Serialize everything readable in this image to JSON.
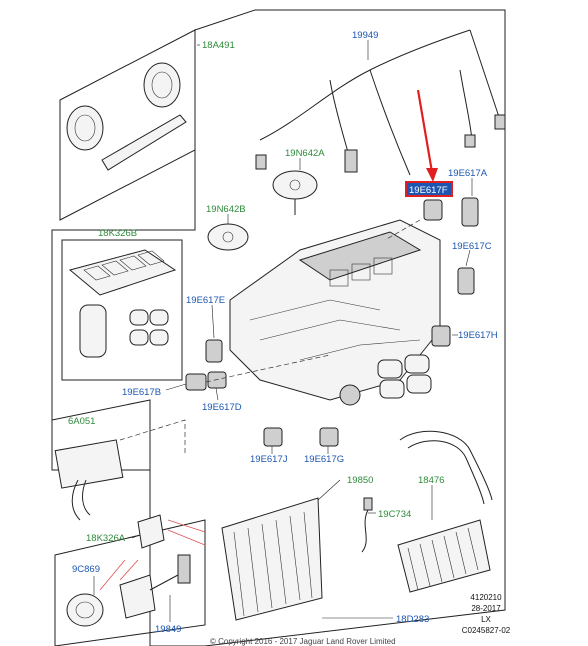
{
  "labels": {
    "p18A491": "18A491",
    "p19949": "19949",
    "p19N642A": "19N642A",
    "p19N642B": "19N642B",
    "p18K326B": "18K326B",
    "p19E617F": "19E617F",
    "p19E617A": "19E617A",
    "p19E617C": "19E617C",
    "p19E617E": "19E617E",
    "p19E617H": "19E617H",
    "p19E617B": "19E617B",
    "p19E617D": "19E617D",
    "p6A051": "6A051",
    "p19E617J": "19E617J",
    "p19E617G": "19E617G",
    "p19850": "19850",
    "p18476": "18476",
    "p18K326A": "18K326A",
    "p19C734": "19C734",
    "p9C869": "9C869",
    "p19849": "19849",
    "p18D283": "18D283"
  },
  "stamp": {
    "line1": "4120210",
    "line2": "28-2017",
    "line3": "LX",
    "line4": "C0245827-02"
  },
  "copyright": "© Copyright 2016 - 2017 Jaguar Land Rover Limited",
  "colors": {
    "green_label": "#2e8b3a",
    "blue_label": "#1d56b0",
    "highlight": "#e02020"
  }
}
